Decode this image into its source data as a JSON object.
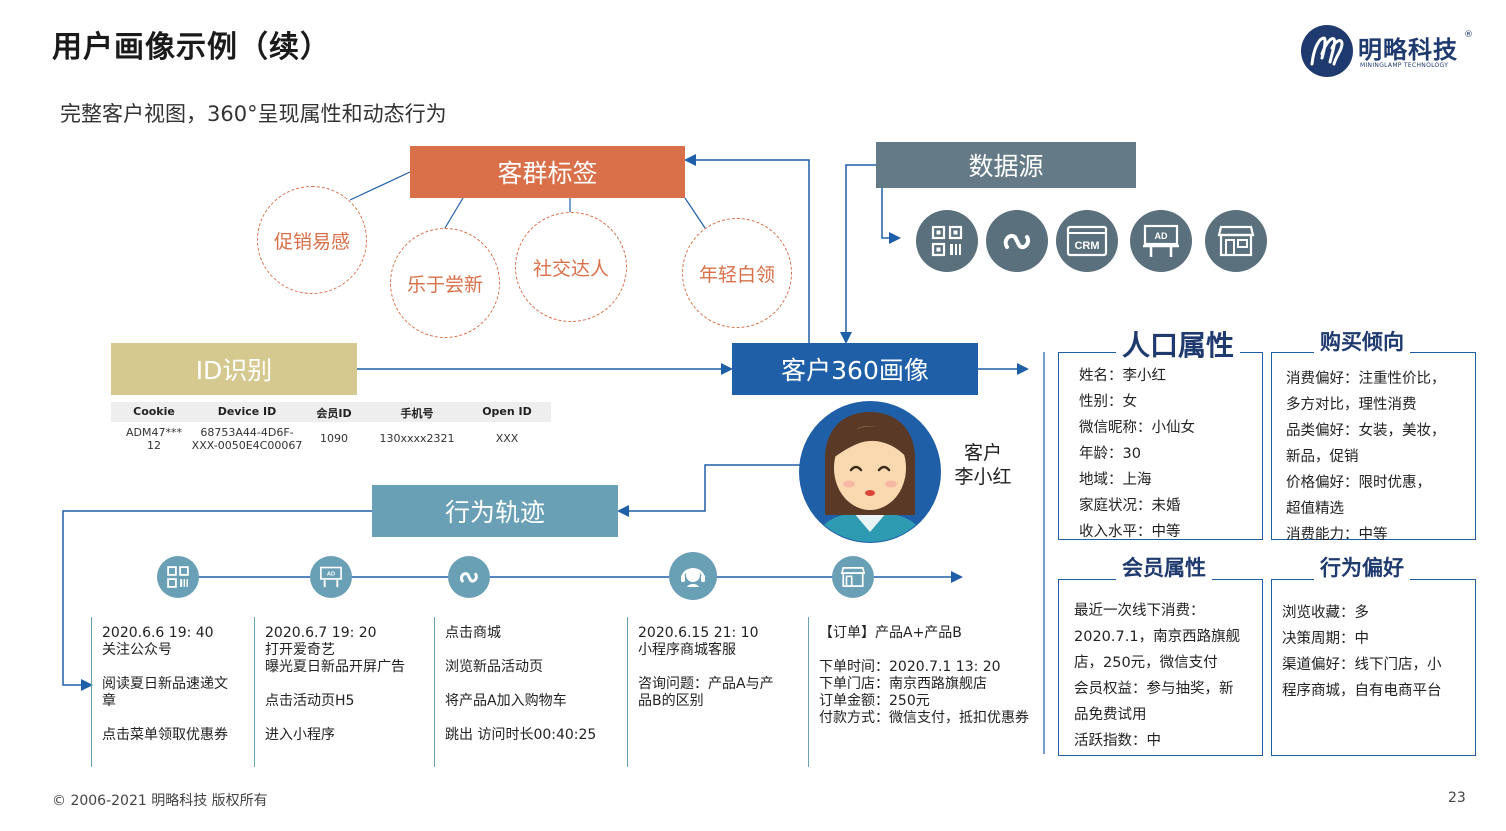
{
  "header": {
    "title": "用户画像示例（续）",
    "subtitle": "完整客户视图，360°呈现属性和动态行为"
  },
  "logo": {
    "name": "明略科技",
    "reg": "®",
    "en": "MININGLAMP TECHNOLOGY"
  },
  "tags": {
    "banner": "客群标签",
    "items": [
      "促销易感",
      "乐于尝新",
      "社交达人",
      "年轻白领"
    ]
  },
  "data_source": {
    "banner": "数据源",
    "icons": [
      "qr-code-icon",
      "mini-program-icon",
      "crm-icon",
      "billboard-ad-icon",
      "store-icon"
    ],
    "crm_text": "CRM",
    "ad_text": "AD"
  },
  "id_recognition": {
    "banner": "ID识别",
    "columns": [
      "Cookie",
      "Device ID",
      "会员ID",
      "手机号",
      "Open ID"
    ],
    "row": {
      "cookie_l1": "ADM47***",
      "cookie_l2": "12",
      "device_l1": "68753A44-4D6F-",
      "device_l2": "XXX-0050E4C00067",
      "member": "1090",
      "phone": "130xxxx2321",
      "openid": "XXX"
    }
  },
  "customer360": {
    "banner": "客户360画像"
  },
  "customer": {
    "label_l1": "客户",
    "label_l2": "李小红"
  },
  "behavior": {
    "banner": "行为轨迹",
    "cols": [
      {
        "lines": [
          "2020.6.6 19: 40",
          "关注公众号",
          "",
          "阅读夏日新品速递文",
          "章",
          "",
          "点击菜单领取优惠券"
        ]
      },
      {
        "lines": [
          "2020.6.7 19: 20",
          "打开爱奇艺",
          "曝光夏日新品开屏广告",
          "",
          "点击活动页H5",
          "",
          "进入小程序"
        ]
      },
      {
        "lines": [
          "点击商城",
          "",
          "浏览新品活动页",
          "",
          "将产品A加入购物车",
          "",
          "跳出 访问时长00:40:25"
        ]
      },
      {
        "lines": [
          "2020.6.15 21: 10",
          "小程序商城客服",
          "",
          "咨询问题：产品A与产",
          "品B的区别"
        ]
      },
      {
        "lines": [
          "【订单】产品A+产品B",
          "",
          "下单时间：2020.7.1 13: 20",
          "下单门店：南京西路旗舰店",
          "订单金额：250元",
          "付款方式：微信支付，抵扣优惠券"
        ]
      }
    ]
  },
  "panels": {
    "demographics": {
      "title": "人口属性",
      "rows": [
        "姓名：李小红",
        "性别：女",
        "微信昵称：小仙女",
        "年龄：30",
        "地域：上海",
        "家庭状况：未婚",
        "收入水平：中等"
      ]
    },
    "purchase": {
      "title": "购买倾向",
      "rows": [
        "消费偏好：注重性价比，",
        "多方对比，理性消费",
        "品类偏好：女装，美妆，",
        "新品，促销",
        "价格偏好：限时优惠，",
        "超值精选",
        "消费能力：中等"
      ]
    },
    "member": {
      "title": "会员属性",
      "rows": [
        "最近一次线下消费：",
        "2020.7.1，南京西路旗舰",
        "店，250元，微信支付",
        "会员权益：参与抽奖，新",
        "品免费试用",
        "活跃指数：中"
      ]
    },
    "preference": {
      "title": "行为偏好",
      "rows": [
        "浏览收藏：多",
        "决策周期：中",
        "渠道偏好：线下门店，小",
        "程序商城，自有电商平台"
      ]
    }
  },
  "footer": {
    "copyright": "© 2006-2021 明略科技 版权所有",
    "page": "23"
  }
}
